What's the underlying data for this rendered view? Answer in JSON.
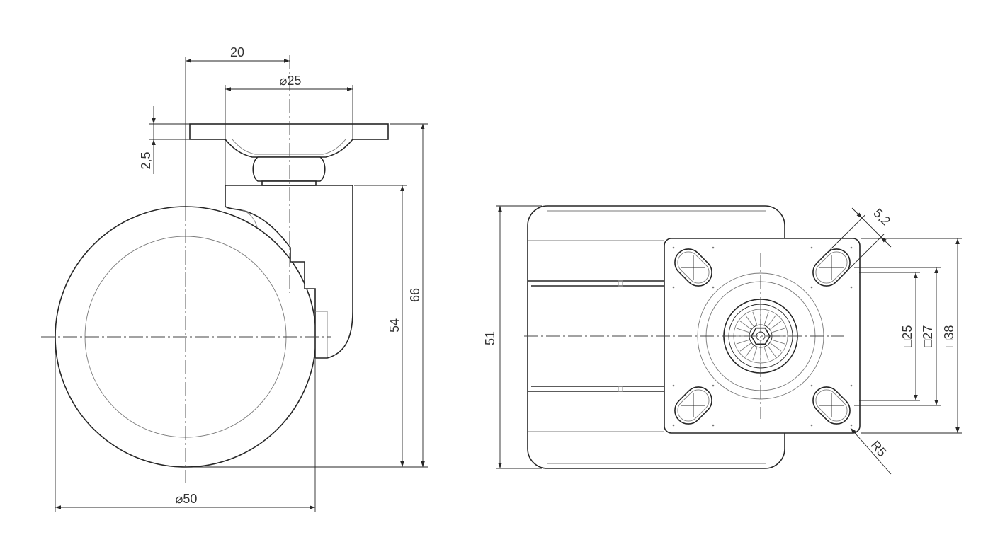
{
  "side_view": {
    "top_offset": "20",
    "swivel_diameter": "⌀25",
    "plate_thickness": "2,5",
    "total_height": "66",
    "axle_height": "54",
    "wheel_diameter": "⌀50"
  },
  "top_view": {
    "wheel_width": "51",
    "hole_pitch_a": "□25",
    "hole_pitch_b": "□27",
    "plate_size": "□38",
    "slot_width": "5,2",
    "corner_radius": "R5"
  },
  "colors": {
    "outline": "#262626",
    "thin": "#7a7a7a",
    "center": "#444444",
    "text": "#333333",
    "background": "#ffffff"
  }
}
